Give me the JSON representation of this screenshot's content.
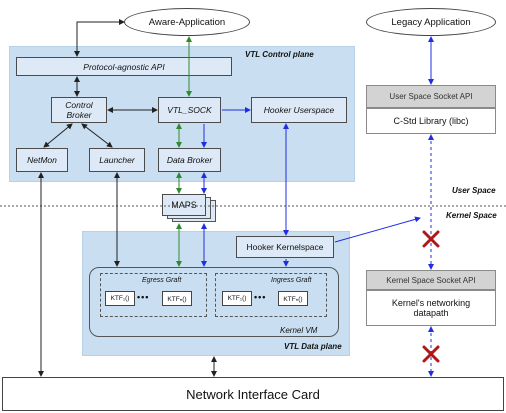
{
  "top": {
    "aware_app": "Aware-Application",
    "legacy_app": "Legacy Application"
  },
  "control_plane": {
    "title": "VTL Control plane",
    "api": "Protocol-agnostic API",
    "control_broker": "Control Broker",
    "vtl_sock": "VTL_SOCK",
    "hooker_userspace": "Hooker Userspace",
    "netmon": "NetMon",
    "launcher": "Launcher",
    "data_broker": "Data Broker"
  },
  "maps": "MAPS",
  "space_labels": {
    "user": "User Space",
    "kernel": "Kernel Space"
  },
  "data_plane": {
    "title": "VTL Data plane",
    "hooker_kernelspace": "Hooker Kernelspace",
    "kernel_vm": "Kernel VM",
    "egress_graft": "Egress Graft",
    "ingress_graft": "Ingress Graft",
    "ktf_1": "KTF₁()",
    "ktf_n": "KTFₙ()",
    "dots": "•••"
  },
  "legacy_stack": {
    "user_api": "User Space Socket API",
    "libc": "C-Std Library (libc)",
    "kernel_api": "Kernel Space Socket API",
    "datapath": "Kernel's networking datapath"
  },
  "nic": "Network Interface Card",
  "colors": {
    "plane_fill": "#c9dff1",
    "box_fill": "#dde9f6",
    "arrow_blue": "#1f2fe0",
    "arrow_green": "#2f8a2f",
    "block_red": "#b01818"
  }
}
